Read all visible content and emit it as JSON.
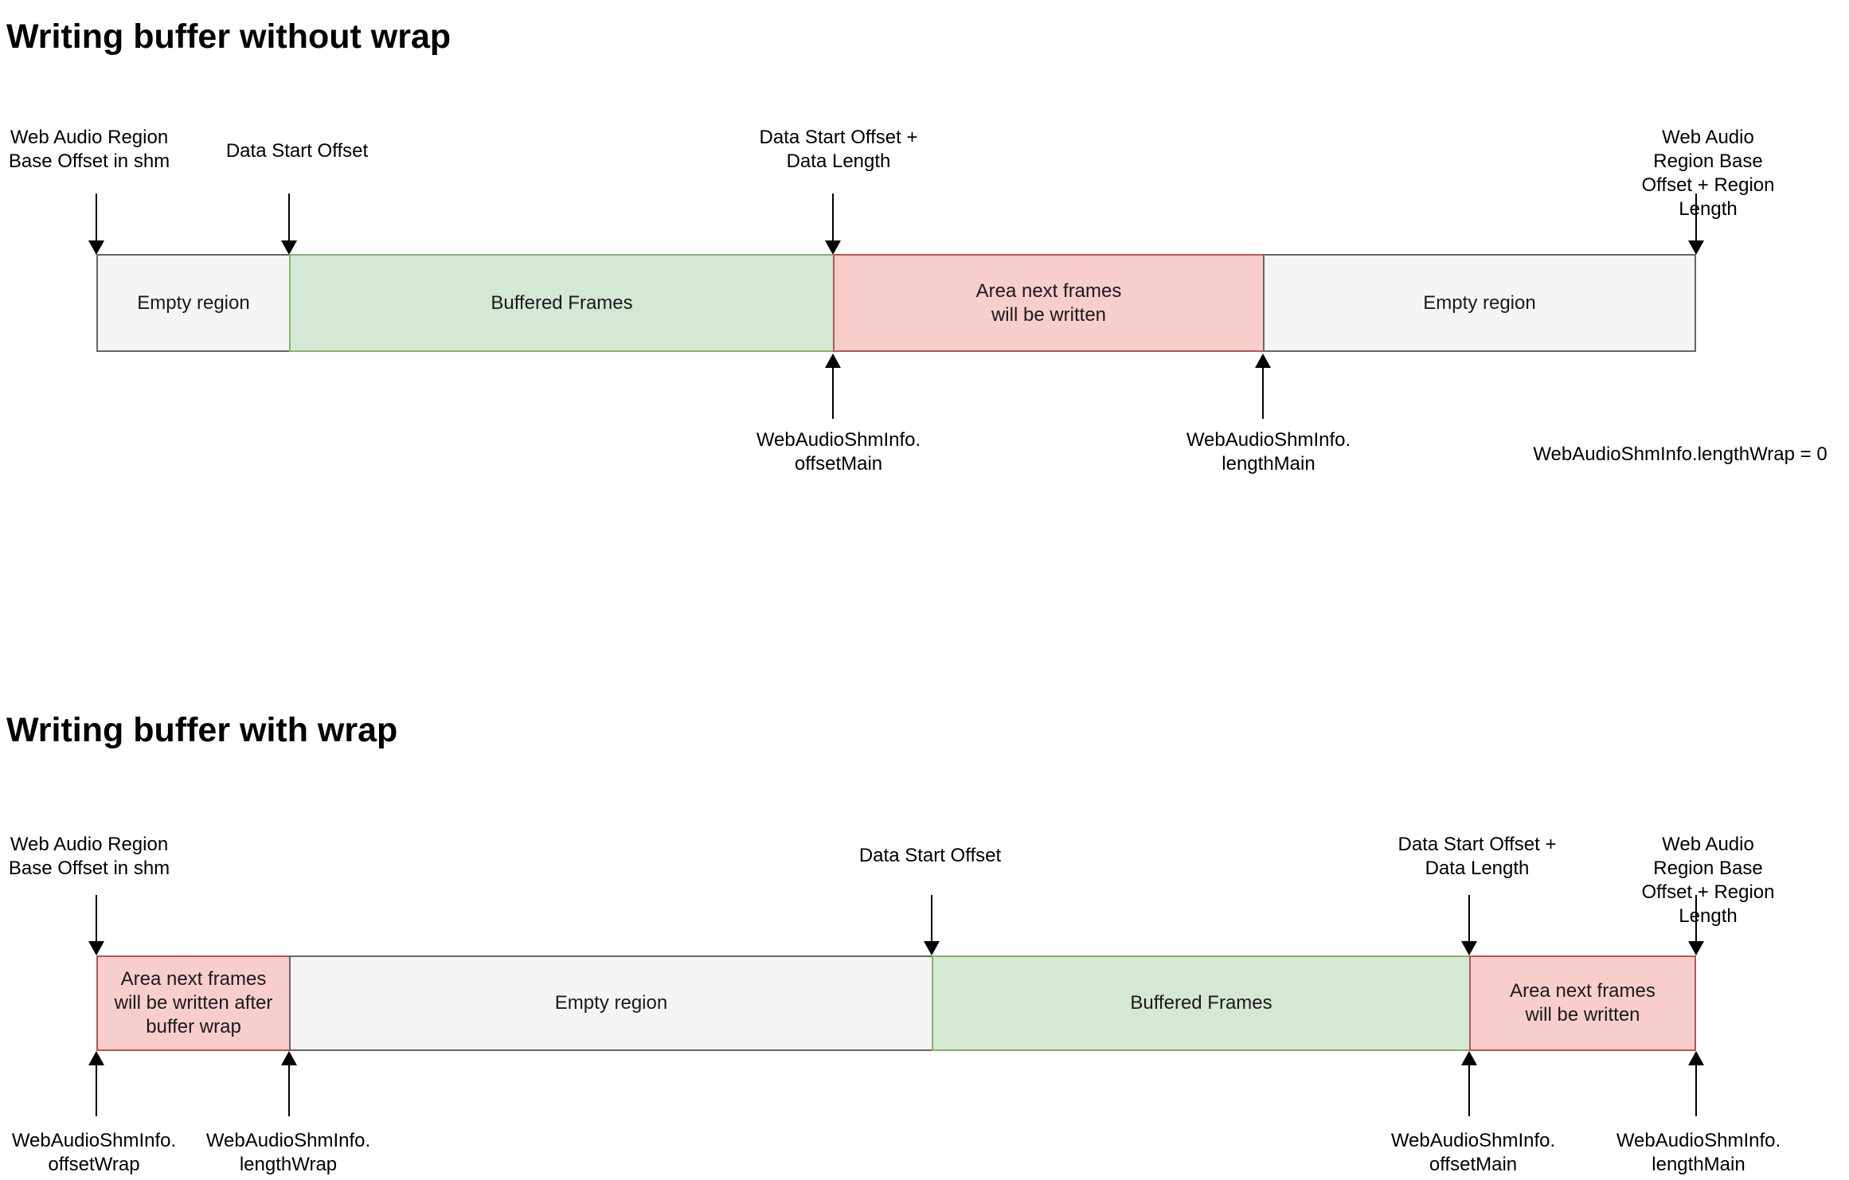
{
  "diagram1": {
    "title": "Writing buffer without wrap",
    "top_labels": {
      "base_offset": "Web Audio Region\nBase Offset in shm",
      "data_start": "Data Start Offset",
      "data_end": "Data Start Offset +\nData Length",
      "region_end": "Web Audio Region Base\nOffset + Region Length"
    },
    "segments": {
      "empty_left": "Empty region",
      "buffered": "Buffered Frames",
      "write_area": "Area next frames\nwill be written",
      "empty_right": "Empty region"
    },
    "bottom_labels": {
      "offset_main": "WebAudioShmInfo.\noffsetMain",
      "length_main": "WebAudioShmInfo.\nlengthMain",
      "length_wrap": "WebAudioShmInfo.lengthWrap = 0"
    }
  },
  "diagram2": {
    "title": "Writing buffer with wrap",
    "top_labels": {
      "base_offset": "Web Audio Region\nBase Offset in shm",
      "data_start": "Data Start Offset",
      "data_end": "Data Start Offset +\nData Length",
      "region_end": "Web Audio Region Base\nOffset + Region Length"
    },
    "segments": {
      "wrap_area": "Area next frames\nwill be written after\nbuffer wrap",
      "empty": "Empty region",
      "buffered": "Buffered Frames",
      "write_area": "Area next frames\nwill be written"
    },
    "bottom_labels": {
      "offset_wrap": "WebAudioShmInfo.\noffsetWrap",
      "length_wrap": "WebAudioShmInfo.\nlengthWrap",
      "offset_main": "WebAudioShmInfo.\noffsetMain",
      "length_main": "WebAudioShmInfo.\nlengthMain"
    }
  },
  "colors": {
    "background": "#ffffff",
    "text": "#000000",
    "arrow": "#000000",
    "empty_fill": "#f5f5f5",
    "empty_border": "#666666",
    "buffered_fill": "#d5e8d4",
    "buffered_border": "#82b366",
    "write_fill": "#f8cecc",
    "write_border": "#b85450"
  }
}
